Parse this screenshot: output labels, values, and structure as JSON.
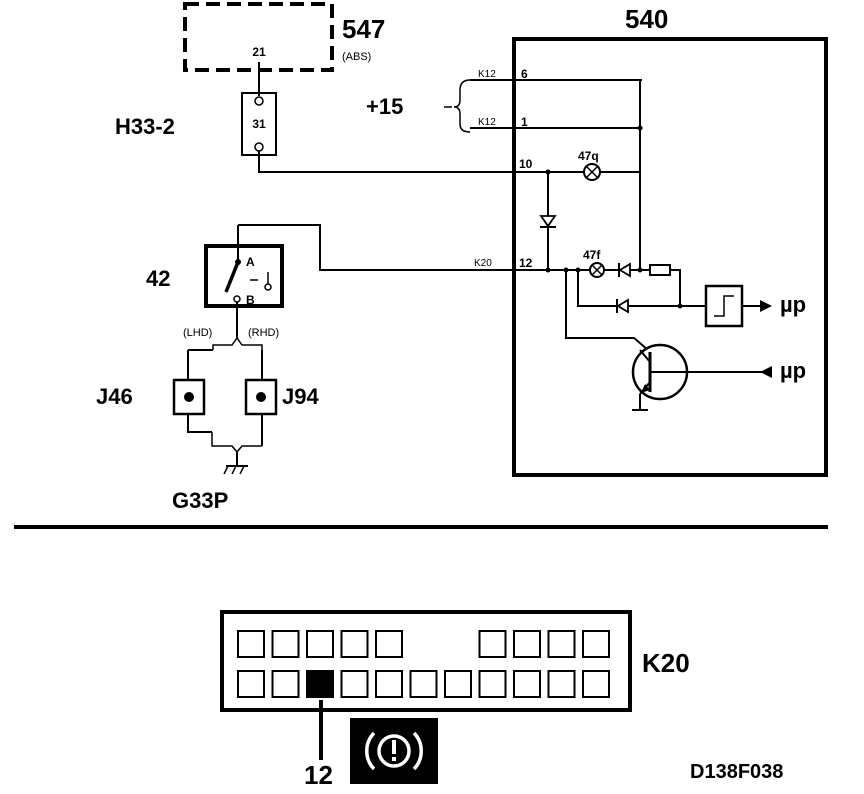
{
  "components": {
    "abs_unit": {
      "label": "547",
      "sub": "(ABS)",
      "pin": "21"
    },
    "connector_h33": {
      "label": "H33-2",
      "pin": "31"
    },
    "control_unit": {
      "label": "540",
      "pins": {
        "p6": "6",
        "p1": "1",
        "p10": "10",
        "p12": "12"
      },
      "conn_k12_a": "K12",
      "conn_k12_b": "K12",
      "conn_k20": "K20"
    },
    "supply": {
      "label": "+15"
    },
    "lamp_q": {
      "label": "47q"
    },
    "lamp_f": {
      "label": "47f"
    },
    "mp_out": {
      "label": "µp"
    },
    "mp_in": {
      "label": "µp"
    },
    "switch": {
      "label": "42",
      "pin_a": "A",
      "pin_b": "B"
    },
    "variants": {
      "lhd": "(LHD)",
      "rhd": "(RHD)"
    },
    "j46": {
      "label": "J46"
    },
    "j94": {
      "label": "J94"
    },
    "ground": {
      "label": "G33P"
    }
  },
  "connector_view": {
    "label": "K20",
    "pin_label": "12",
    "top_row": [
      true,
      true,
      true,
      true,
      true,
      false,
      false,
      true,
      true,
      true,
      true
    ],
    "bottom_row": [
      true,
      true,
      true,
      true,
      true,
      true,
      true,
      true,
      true,
      true,
      true
    ],
    "highlight_index": 2,
    "highlight_row": "bottom"
  },
  "figure_code": "D138F038",
  "colors": {
    "ink": "#000000",
    "paper": "#ffffff"
  },
  "icons": {
    "brake_warning": "brake-warning-icon"
  }
}
